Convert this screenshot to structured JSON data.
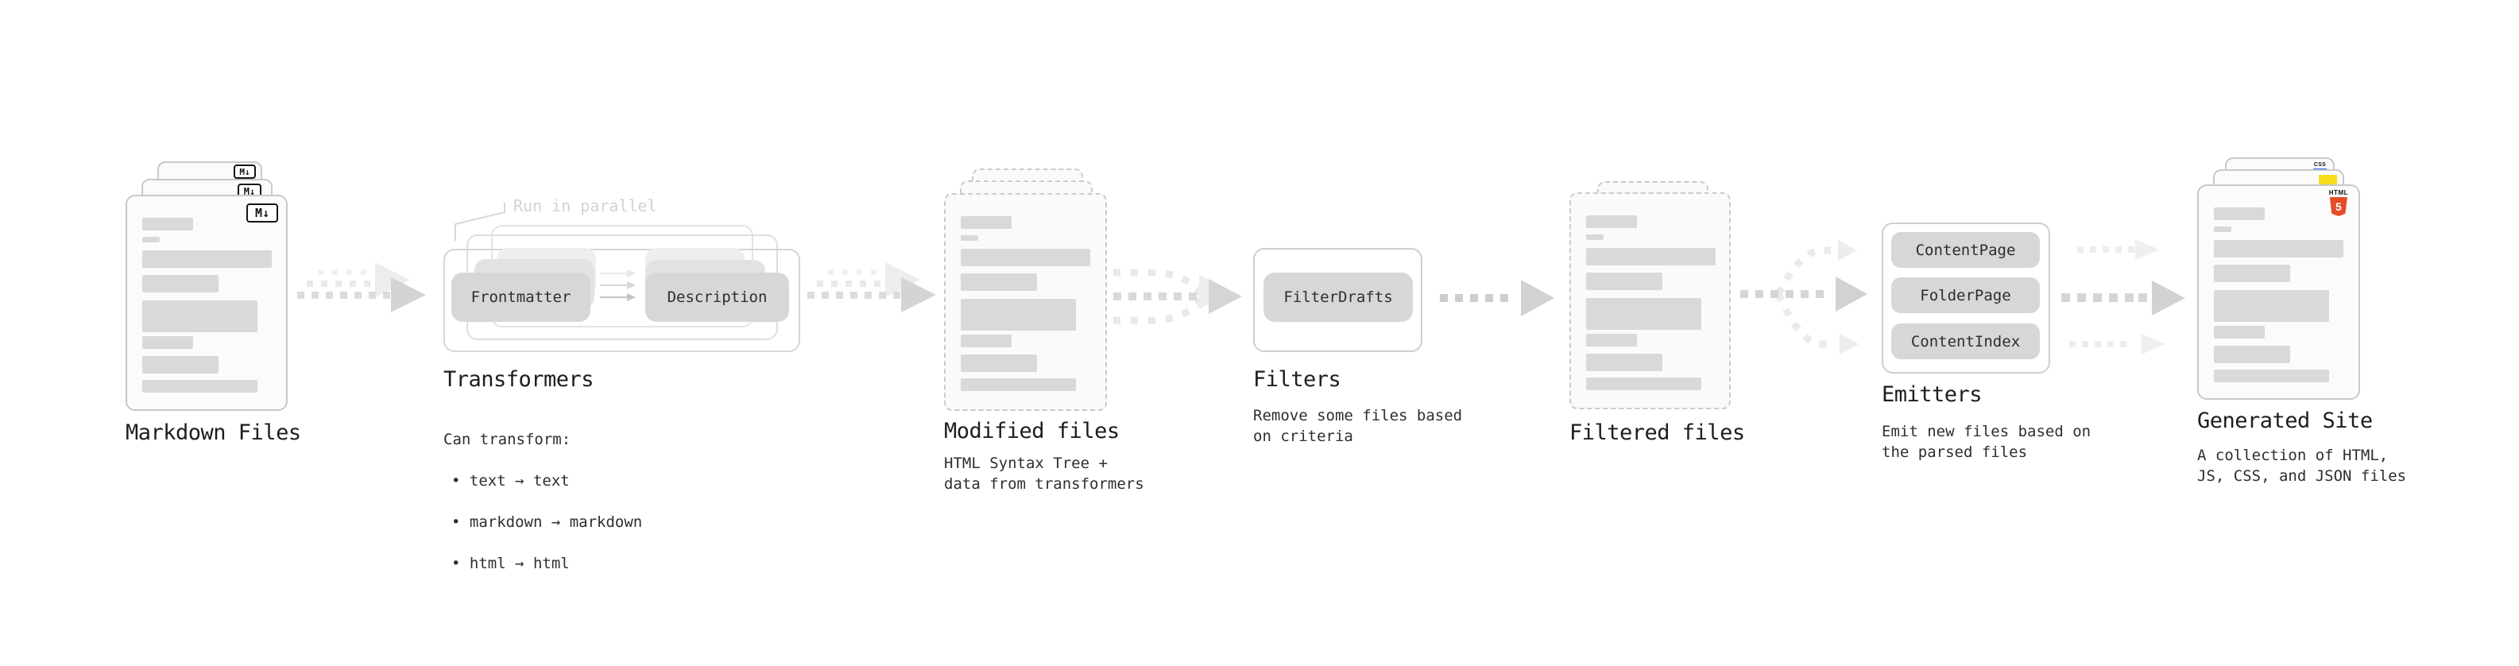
{
  "stages": {
    "markdown": {
      "label": "Markdown Files",
      "badge": "M↓"
    },
    "transformers": {
      "label": "Transformers",
      "annotation": "Run in parallel",
      "pills": [
        "Frontmatter",
        "Description"
      ],
      "sub_title": "Can transform:",
      "bullets": [
        "• text → text",
        "• markdown → markdown",
        "• html → html"
      ]
    },
    "modified": {
      "label": "Modified files",
      "sub": "HTML Syntax Tree +\ndata from transformers"
    },
    "filters": {
      "label": "Filters",
      "pill": "FilterDrafts",
      "sub": "Remove some files based\non criteria"
    },
    "filtered": {
      "label": "Filtered files"
    },
    "emitters": {
      "label": "Emitters",
      "pills": [
        "ContentPage",
        "FolderPage",
        "ContentIndex"
      ],
      "sub": "Emit new files based on\nthe parsed files"
    },
    "generated": {
      "label": "Generated Site",
      "sub": "A collection of HTML,\nJS, CSS, and JSON files",
      "badges": {
        "html_label": "HTML",
        "html_number": "5",
        "css_label": "CSS"
      }
    }
  },
  "placeholder_bars": [
    {
      "w": 64,
      "h": 16,
      "mb": 8
    },
    {
      "w": 22,
      "h": 7,
      "mb": 10
    },
    {
      "w": 163,
      "h": 22,
      "mb": 9
    },
    {
      "w": 96,
      "h": 22,
      "mb": 10
    },
    {
      "w": 145,
      "h": 40,
      "mb": 5
    },
    {
      "w": 64,
      "h": 16,
      "mb": 9
    },
    {
      "w": 96,
      "h": 22,
      "mb": 8
    },
    {
      "w": 145,
      "h": 16,
      "mb": 0
    }
  ],
  "colors": {
    "html5_orange": "#e44d26",
    "js_yellow": "#f5de19",
    "css_blue": "#2965f1",
    "bar_gray": "#d9d9d9"
  }
}
